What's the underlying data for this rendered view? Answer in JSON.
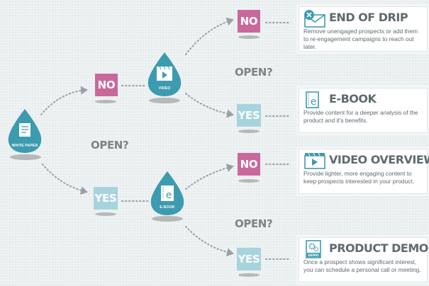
{
  "colors": {
    "drop": "#3d9bb0",
    "no_box": "#c9699b",
    "yes_box": "#a7d3de",
    "connector": "#9aa1a4",
    "text": "#5f6a6f"
  },
  "drops": {
    "white_paper": "WHITE PAPER",
    "video": "VIDEO",
    "ebook": "E-BOOK"
  },
  "boxes": {
    "no_top": "NO",
    "no_upper": "NO",
    "yes_upper": "YES",
    "no_lower": "NO",
    "yes_left": "YES",
    "yes_bottom": "YES"
  },
  "questions": {
    "main": "OPEN?",
    "upper": "OPEN?",
    "lower": "OPEN?"
  },
  "cards": [
    {
      "title": "END OF DRIP",
      "icon": "email-x-icon",
      "description": "Remove unengaged prospects or add them to re-engagement campaigns to reach out later."
    },
    {
      "title": "E-BOOK",
      "icon": "ebook-icon",
      "description": "Provide content for a deeper analysis of the product and it's benefits."
    },
    {
      "title": "VIDEO OVERVIEW",
      "icon": "video-icon",
      "description": "Provide lighter, more engaging content to keep prospects interested in your product."
    },
    {
      "title": "PRODUCT DEMO",
      "icon": "demo-gear-icon",
      "description": "Once a prospect shows significant interest, you can schedule a personal call or meeting."
    }
  ]
}
